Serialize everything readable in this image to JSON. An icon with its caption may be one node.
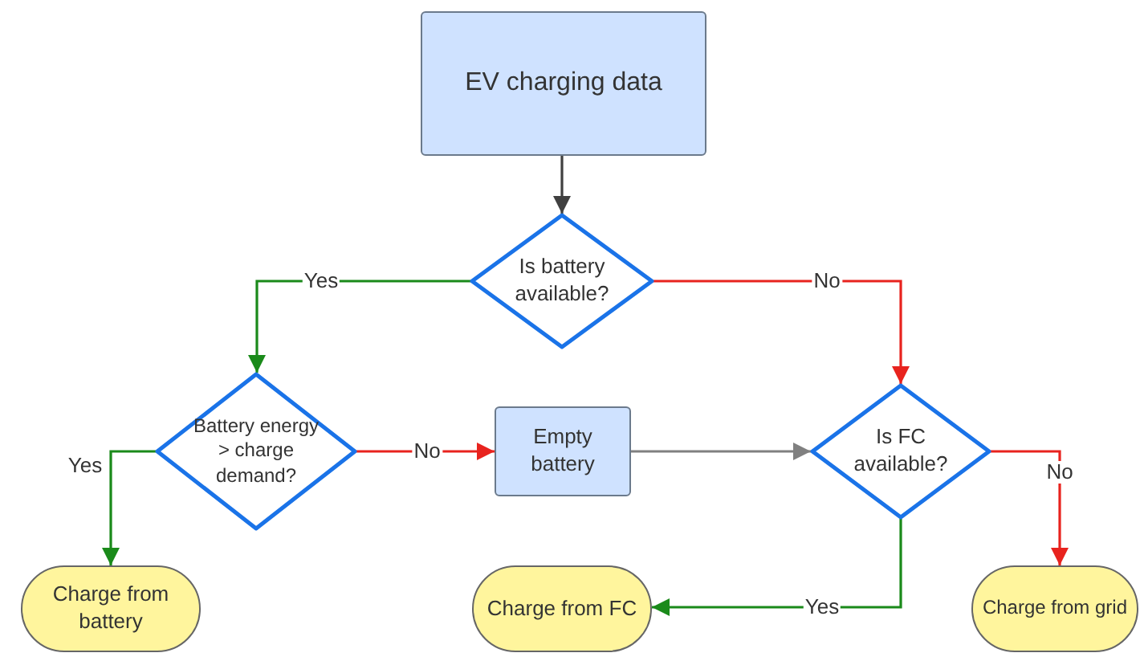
{
  "diagram": {
    "nodes": [
      {
        "text": [
          "EV charging data"
        ]
      },
      {
        "text": [
          "Is battery available?"
        ]
      },
      {
        "text": [
          "Battery energy > charge demand?"
        ]
      },
      {
        "text": [
          "Empty battery"
        ]
      },
      {
        "text": [
          "Is FC available?"
        ]
      },
      {
        "text": [
          "Charge from battery"
        ]
      },
      {
        "text": [
          "Charge from FC"
        ]
      },
      {
        "text": [
          "Charge from grid"
        ]
      }
    ],
    "edges": [
      {
        "from": 0,
        "to": 1,
        "arrow": "to",
        "color": "#404040"
      },
      {
        "from": 1,
        "to": 2,
        "arrow": "to",
        "label": "Yes",
        "color": "#1a8a1a"
      },
      {
        "from": 1,
        "to": 4,
        "arrow": "to",
        "label": "No",
        "color": "#e8231e"
      },
      {
        "from": 2,
        "to": 5,
        "arrow": "to",
        "label": "Yes",
        "color": "#1a8a1a"
      },
      {
        "from": 2,
        "to": 3,
        "arrow": "to",
        "label": "No",
        "color": "#e8231e"
      },
      {
        "from": 3,
        "to": 4,
        "arrow": "to",
        "color": "#808080"
      },
      {
        "from": 4,
        "to": 7,
        "arrow": "to",
        "label": "No",
        "color": "#e8231e"
      },
      {
        "from": 4,
        "to": 6,
        "arrow": "to",
        "label": "Yes",
        "color": "#1a8a1a"
      }
    ]
  }
}
